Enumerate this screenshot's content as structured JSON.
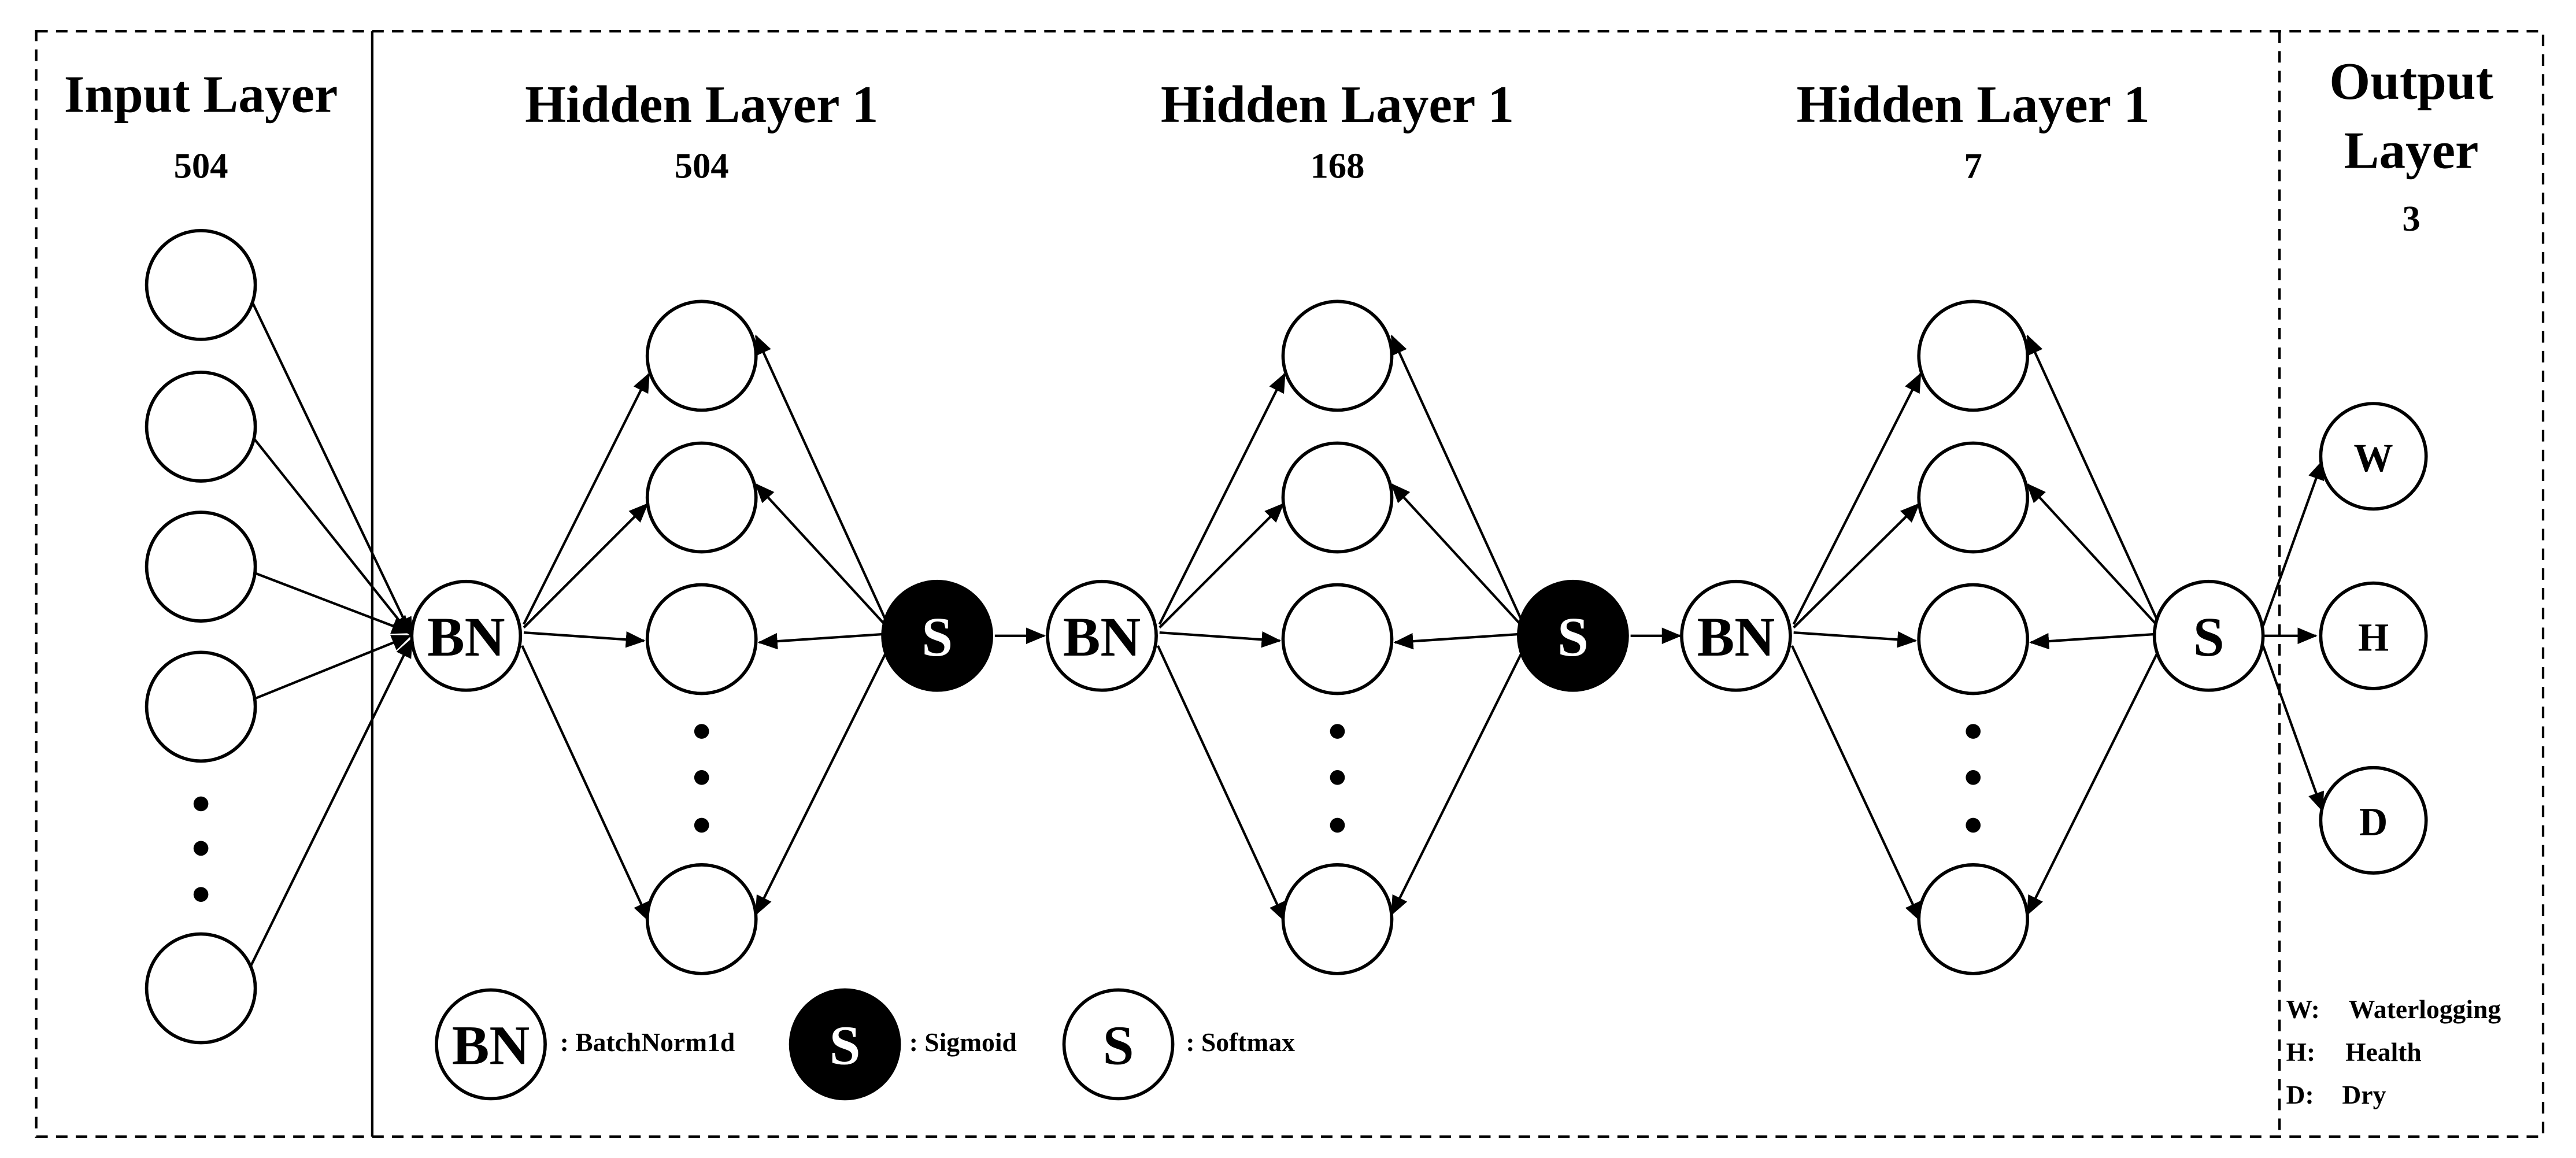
{
  "colors": {
    "line": "#000000",
    "background": "#ffffff",
    "sigmoid_fill": "#000000"
  },
  "input_layer": {
    "title": "Input Layer",
    "count": "504"
  },
  "hidden_layers": [
    {
      "title": "Hidden Layer 1",
      "count": "504"
    },
    {
      "title": "Hidden Layer 1",
      "count": "168"
    },
    {
      "title": "Hidden Layer 1",
      "count": "7"
    }
  ],
  "output_layer": {
    "title_line1": "Output",
    "title_line2": "Layer",
    "count": "3"
  },
  "nodes": {
    "bn": "BN",
    "sigmoid": "S",
    "softmax": "S"
  },
  "output_nodes": [
    "W",
    "H",
    "D"
  ],
  "legend": {
    "bn_symbol": "BN",
    "bn_label": ": BatchNorm1d",
    "sigmoid_symbol": "S",
    "sigmoid_label": ": Sigmoid",
    "softmax_symbol": "S",
    "softmax_label": ": Softmax"
  },
  "output_key": [
    {
      "letter": "W:",
      "name": "Waterlogging"
    },
    {
      "letter": "H:",
      "name": "Health"
    },
    {
      "letter": "D:",
      "name": "Dry"
    }
  ]
}
